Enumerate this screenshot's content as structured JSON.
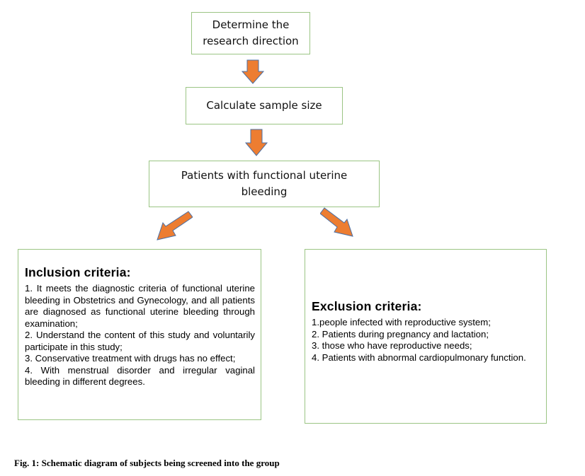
{
  "flowchart": {
    "step1": {
      "lines": [
        "Determine the",
        "research direction"
      ]
    },
    "step2": {
      "text": "Calculate sample size"
    },
    "step3": {
      "lines": [
        "Patients with functional uterine",
        "bleeding"
      ]
    },
    "inclusion": {
      "title": "Inclusion criteria:",
      "items": [
        "1. It meets the diagnostic criteria of functional uterine bleeding in Obstetrics and Gynecology, and all patients are diagnosed as functional uterine bleeding through examination;",
        "2. Understand the content of this study and voluntarily participate in this study;",
        "3. Conservative treatment with drugs has no effect;",
        "4. With menstrual disorder and irregular vaginal bleeding in different degrees."
      ]
    },
    "exclusion": {
      "title": "Exclusion criteria:",
      "items": [
        "1.people infected with reproductive system;",
        "2. Patients during pregnancy and lactation;",
        "3. those who have reproductive needs;",
        "4. Patients with abnormal cardiopulmonary function."
      ]
    }
  },
  "colors": {
    "box_border": "#9bc584",
    "arrow_fill": "#ed7d31",
    "arrow_stroke": "#4a6fa5"
  },
  "caption": "Fig. 1: Schematic diagram of subjects being screened into the group"
}
